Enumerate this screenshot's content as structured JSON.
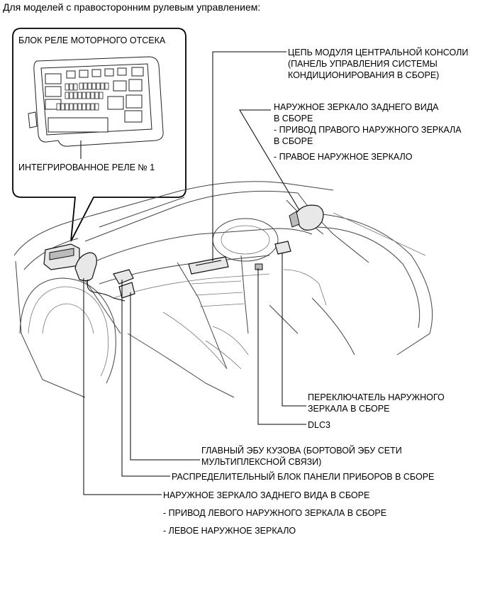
{
  "heading": "Для моделей с правосторонним рулевым управлением:",
  "inset": {
    "title": "БЛОК РЕЛЕ МОТОРНОГО ОТСЕКА",
    "caption": "ИНТЕГРИРОВАННОЕ РЕЛЕ № 1"
  },
  "labels": {
    "center_console": [
      "ЦЕПЬ МОДУЛЯ ЦЕНТРАЛЬНОЙ КОНСОЛИ",
      "(ПАНЕЛЬ УПРАВЛЕНИЯ СИСТЕМЫ",
      "КОНДИЦИОНИРОВАНИЯ В СБОРЕ)"
    ],
    "right_mirror": [
      "НАРУЖНОЕ ЗЕРКАЛО ЗАДНЕГО ВИДА",
      "В СБОРЕ",
      "- ПРИВОД ПРАВОГО НАРУЖНОГО ЗЕРКАЛА",
      "В СБОРЕ",
      "- ПРАВОЕ НАРУЖНОЕ ЗЕРКАЛО"
    ],
    "mirror_switch": [
      "ПЕРЕКЛЮЧАТЕЛЬ НАРУЖНОГО",
      "ЗЕРКАЛА В СБОРЕ"
    ],
    "dlc3": "DLC3",
    "main_body_ecu": [
      "ГЛАВНЫЙ ЭБУ КУЗОВА (БОРТОВОЙ ЭБУ СЕТИ",
      "МУЛЬТИПЛЕКСНОЙ СВЯЗИ)"
    ],
    "junction_block": "РАСПРЕДЕЛИТЕЛЬНЫЙ БЛОК ПАНЕЛИ ПРИБОРОВ В СБОРЕ",
    "left_mirror": [
      "НАРУЖНОЕ ЗЕРКАЛО ЗАДНЕГО ВИДА В СБОРЕ",
      "- ПРИВОД ЛЕВОГО НАРУЖНОГО ЗЕРКАЛА В СБОРЕ",
      "- ЛЕВОЕ НАРУЖНОЕ ЗЕРКАЛО"
    ]
  }
}
